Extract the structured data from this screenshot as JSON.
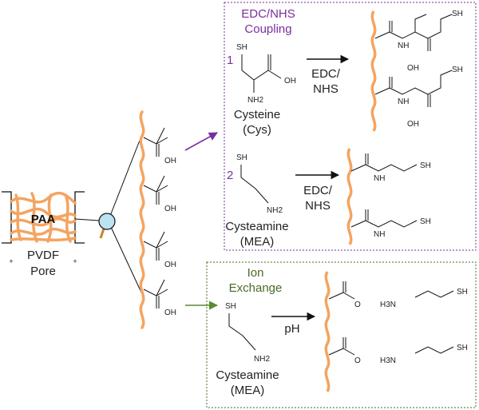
{
  "membrane": {
    "paa_label": "PAA",
    "pvdf_label": "PVDF",
    "pore_label": "Pore",
    "plus_sign": "+"
  },
  "chain_groups": {
    "oh": "OH"
  },
  "edc_box": {
    "title_line1": "EDC/NHS",
    "title_line2": "Coupling",
    "color": "#7a2f9e",
    "item1": {
      "number": "1",
      "sh": "SH",
      "oh": "OH",
      "nh2": "NH2",
      "name": "Cysteine",
      "abbr": "(Cys)",
      "reagent_line1": "EDC/",
      "reagent_line2": "NHS",
      "product_nh": "NH",
      "product_sh": "SH",
      "product_oh": "OH"
    },
    "item2": {
      "number": "2",
      "sh": "SH",
      "nh2": "NH2",
      "name": "Cysteamine",
      "abbr": "(MEA)",
      "reagent_line1": "EDC/",
      "reagent_line2": "NHS",
      "product_nh": "NH",
      "product_sh": "SH"
    }
  },
  "ion_box": {
    "title_line1": "Ion",
    "title_line2": "Exchange",
    "color": "#4a6a26",
    "sh": "SH",
    "nh2": "NH2",
    "name": "Cysteamine",
    "abbr": "(MEA)",
    "reagent": "pH",
    "product_o": "O",
    "product_h3n": "H3N",
    "product_sh": "SH"
  },
  "colors": {
    "polymer": "#f4a460",
    "arrow_purple": "#7a2f9e",
    "arrow_green": "#5a8a2e",
    "magnifier": "#bde3f2"
  }
}
